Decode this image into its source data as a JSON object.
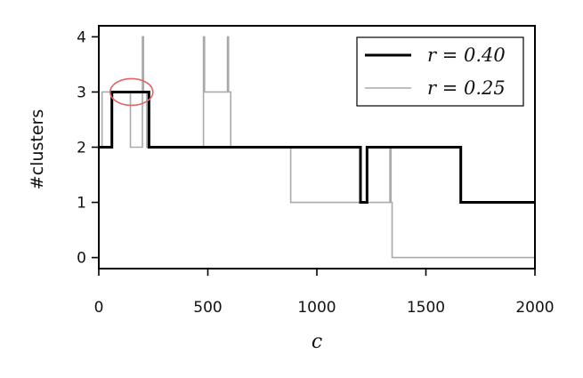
{
  "chart_data": {
    "type": "line",
    "title": "",
    "xlabel": "c",
    "ylabel": "#clusters",
    "xlim": [
      0,
      2000
    ],
    "ylim": [
      -0.2,
      4.2
    ],
    "xticks": [
      0,
      500,
      1000,
      1500,
      2000
    ],
    "yticks": [
      0,
      1,
      2,
      3,
      4
    ],
    "grid": false,
    "legend_position": "top-right",
    "series": [
      {
        "name": "r = 0.40",
        "color": "#000000",
        "x": [
          0,
          60,
          60,
          230,
          230,
          1200,
          1200,
          1230,
          1230,
          1660,
          1660,
          2000
        ],
        "y": [
          2,
          2,
          3,
          3,
          2,
          2,
          1,
          1,
          2,
          2,
          1,
          1
        ]
      },
      {
        "name": "r = 0.25",
        "color": "#aaaaaa",
        "x": [
          0,
          15,
          15,
          145,
          145,
          200,
          200,
          205,
          205,
          220,
          220,
          480,
          480,
          485,
          485,
          590,
          590,
          595,
          595,
          605,
          605,
          880,
          880,
          1335,
          1335,
          1340,
          1340,
          1345,
          1345,
          2000
        ],
        "y": [
          2,
          2,
          3,
          3,
          2,
          2,
          4,
          4,
          3,
          3,
          2,
          2,
          4,
          4,
          3,
          3,
          4,
          4,
          3,
          3,
          2,
          2,
          1,
          1,
          2,
          2,
          1,
          1,
          0,
          0
        ]
      }
    ],
    "annotations": [
      {
        "type": "ellipse",
        "x": 150,
        "y": 3,
        "color": "#e06666"
      }
    ]
  }
}
